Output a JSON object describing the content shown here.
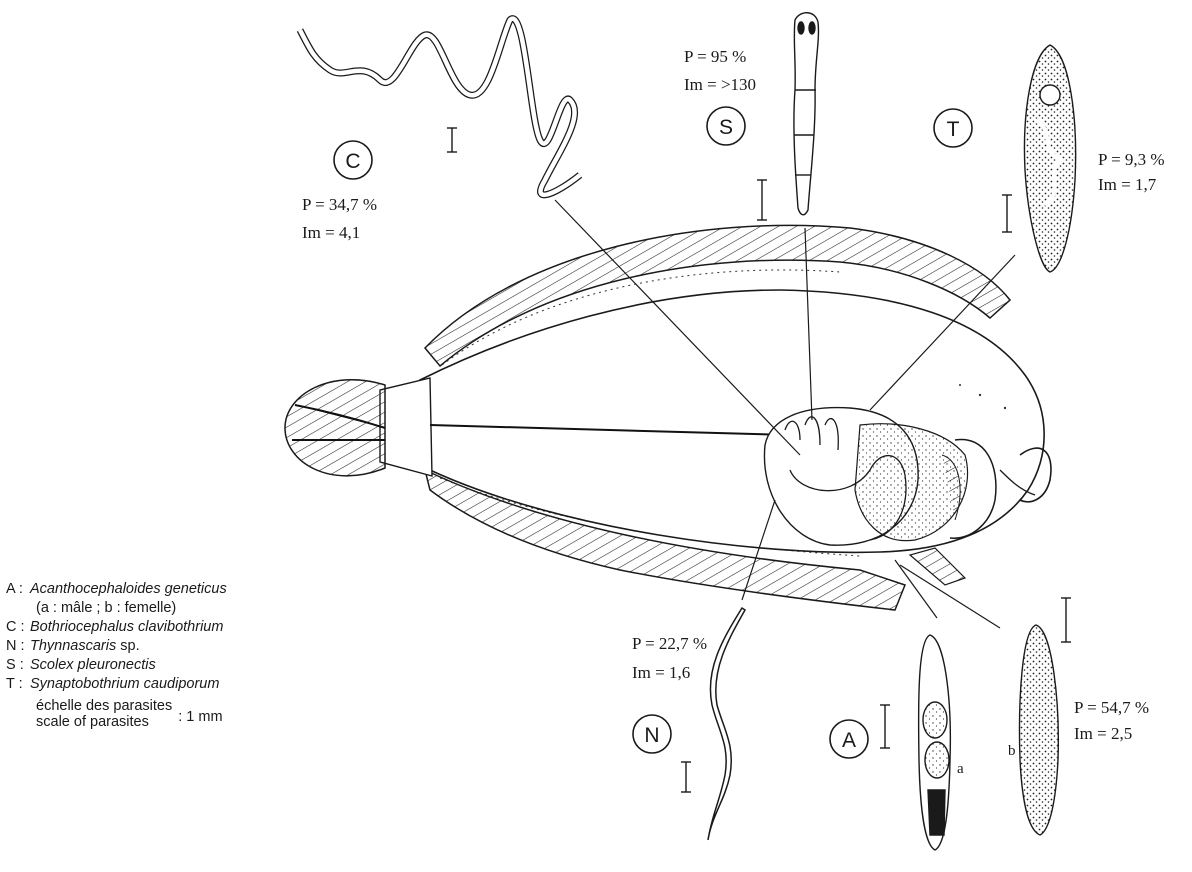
{
  "parasites": {
    "C": {
      "letter": "C",
      "p": "P  = 34,7 %",
      "im": "Im = 4,1"
    },
    "S": {
      "letter": "S",
      "p": "P  = 95 %",
      "im": "Im = >130"
    },
    "T": {
      "letter": "T",
      "p": "P  = 9,3 %",
      "im": "Im = 1,7"
    },
    "N": {
      "letter": "N",
      "p": "P  = 22,7 %",
      "im": "Im =  1,6"
    },
    "A": {
      "letter": "A",
      "p": "P  = 54,7 %",
      "im": "Im =  2,5",
      "male": "a",
      "female": "b"
    }
  },
  "legend": {
    "items": [
      {
        "key": "A :",
        "name": "Acanthocephaloides geneticus"
      },
      {
        "key": "",
        "name": "(a : mâle ; b : femelle)",
        "plain": true
      },
      {
        "key": "C :",
        "name": "Bothriocephalus clavibothrium"
      },
      {
        "key": "N :",
        "name": "Thynnascaris",
        "suffix": "sp."
      },
      {
        "key": "S :",
        "name": "Scolex pleuronectis"
      },
      {
        "key": "T :",
        "name": "Synaptobothrium caudiporum"
      }
    ],
    "scale_line1": "échelle des parasites",
    "scale_line2": "scale of parasites",
    "scale_value": ":  1 mm"
  }
}
